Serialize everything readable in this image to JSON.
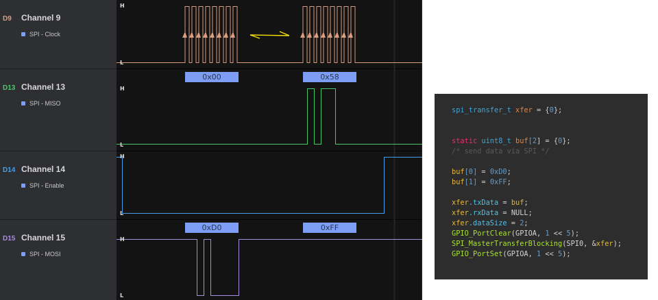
{
  "channels": [
    {
      "id": "D9",
      "name": "Channel 9",
      "subtitle": "SPI - Clock",
      "color": "#d99e82"
    },
    {
      "id": "D13",
      "name": "Channel 13",
      "subtitle": "SPI - MISO",
      "color": "#4ac96b"
    },
    {
      "id": "D14",
      "name": "Channel 14",
      "subtitle": "SPI - Enable",
      "color": "#4a9ee8"
    },
    {
      "id": "D15",
      "name": "Channel 15",
      "subtitle": "SPI - MOSI",
      "color": "#a98fe0"
    }
  ],
  "level_labels": {
    "high": "H",
    "low": "L"
  },
  "decoded": {
    "miso": [
      "0x00",
      "0x58"
    ],
    "mosi": [
      "0xD0",
      "0xFF"
    ]
  },
  "annotation": {
    "arrow_color": "#f5e100",
    "icon": "double-arrow-icon"
  },
  "code_lines": [
    [
      {
        "t": "spi_transfer_t ",
        "c": "#3fa6d6"
      },
      {
        "t": "xfer",
        "c": "#e8833a"
      },
      {
        "t": " = {",
        "c": "#d4d4d4"
      },
      {
        "t": "0",
        "c": "#6b9bc4"
      },
      {
        "t": "};",
        "c": "#d4d4d4"
      }
    ],
    [],
    [],
    [
      {
        "t": "static ",
        "c": "#e8306a"
      },
      {
        "t": "uint8_t ",
        "c": "#3fa6d6"
      },
      {
        "t": "buf",
        "c": "#e8833a"
      },
      {
        "t": "[",
        "c": "#6b9bc4"
      },
      {
        "t": "2",
        "c": "#6b9bc4"
      },
      {
        "t": "] = {",
        "c": "#d4d4d4"
      },
      {
        "t": "0",
        "c": "#6b9bc4"
      },
      {
        "t": "};",
        "c": "#d4d4d4"
      }
    ],
    [
      {
        "t": "/* send data via SPI */",
        "c": "#5a5a5a"
      }
    ],
    [],
    [
      {
        "t": "buf",
        "c": "#e6b73a"
      },
      {
        "t": "[0]",
        "c": "#6b9bc4"
      },
      {
        "t": " = ",
        "c": "#d4d4d4"
      },
      {
        "t": "0xD0",
        "c": "#6b9bc4"
      },
      {
        "t": ";",
        "c": "#d4d4d4"
      }
    ],
    [
      {
        "t": "buf",
        "c": "#e6b73a"
      },
      {
        "t": "[1]",
        "c": "#6b9bc4"
      },
      {
        "t": " = ",
        "c": "#d4d4d4"
      },
      {
        "t": "0xFF",
        "c": "#6b9bc4"
      },
      {
        "t": ";",
        "c": "#d4d4d4"
      }
    ],
    [],
    [
      {
        "t": "xfer",
        "c": "#e6b73a"
      },
      {
        "t": ".txData",
        "c": "#4fc1e9"
      },
      {
        "t": " = ",
        "c": "#d4d4d4"
      },
      {
        "t": "buf",
        "c": "#e6b73a"
      },
      {
        "t": ";",
        "c": "#d4d4d4"
      }
    ],
    [
      {
        "t": "xfer",
        "c": "#e6b73a"
      },
      {
        "t": ".rxData",
        "c": "#4fc1e9"
      },
      {
        "t": " = NULL;",
        "c": "#d4d4d4"
      }
    ],
    [
      {
        "t": "xfer",
        "c": "#e6b73a"
      },
      {
        "t": ".dataSize",
        "c": "#4fc1e9"
      },
      {
        "t": " = ",
        "c": "#d4d4d4"
      },
      {
        "t": "2",
        "c": "#6b9bc4"
      },
      {
        "t": ";",
        "c": "#d4d4d4"
      }
    ],
    [
      {
        "t": "GPIO_PortClear",
        "c": "#a6e22e"
      },
      {
        "t": "(GPIOA, ",
        "c": "#d4d4d4"
      },
      {
        "t": "1",
        "c": "#6b9bc4"
      },
      {
        "t": " << ",
        "c": "#d4d4d4"
      },
      {
        "t": "5",
        "c": "#6b9bc4"
      },
      {
        "t": ");",
        "c": "#d4d4d4"
      }
    ],
    [
      {
        "t": "SPI_MasterTransferBlocking",
        "c": "#a6e22e"
      },
      {
        "t": "(SPI0, &",
        "c": "#d4d4d4"
      },
      {
        "t": "xfer",
        "c": "#e6b73a"
      },
      {
        "t": ");",
        "c": "#d4d4d4"
      }
    ],
    [
      {
        "t": "GPIO_PortSet",
        "c": "#a6e22e"
      },
      {
        "t": "(GPIOA, ",
        "c": "#d4d4d4"
      },
      {
        "t": "1",
        "c": "#6b9bc4"
      },
      {
        "t": " << ",
        "c": "#d4d4d4"
      },
      {
        "t": "5",
        "c": "#6b9bc4"
      },
      {
        "t": ");",
        "c": "#d4d4d4"
      }
    ]
  ]
}
